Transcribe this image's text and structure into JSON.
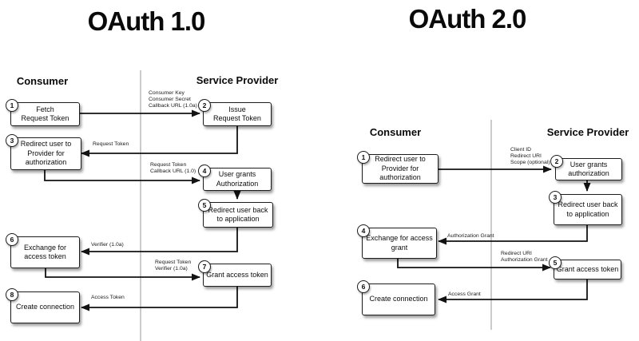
{
  "colors": {
    "ink": "#111111",
    "divider": "#cbcbcb",
    "box_fill": "#ffffff"
  },
  "oauth1": {
    "title": "OAuth 1.0",
    "consumer_header": "Consumer",
    "provider_header": "Service Provider",
    "steps": [
      {
        "num": "1",
        "label": "Fetch\nRequest Token"
      },
      {
        "num": "2",
        "label": "Issue\nRequest Token"
      },
      {
        "num": "3",
        "label": "Redirect user to\nProvider for\nauthorization"
      },
      {
        "num": "4",
        "label": "User grants\nAuthorization"
      },
      {
        "num": "5",
        "label": "Redirect user back\nto application"
      },
      {
        "num": "6",
        "label": "Exchange for\naccess token"
      },
      {
        "num": "7",
        "label": "Grant access token"
      },
      {
        "num": "8",
        "label": "Create connection"
      }
    ],
    "arrows": [
      {
        "label": "Consumer Key\nConsumer Secret\nCallback URL (1.0a)"
      },
      {
        "label": "Request Token"
      },
      {
        "label": "Request Token\nCallback URL (1.0)"
      },
      {
        "label": "Verifier (1.0a)"
      },
      {
        "label": "Request Token\nVerifier (1.0a)"
      },
      {
        "label": "Access Token"
      }
    ]
  },
  "oauth2": {
    "title": "OAuth 2.0",
    "consumer_header": "Consumer",
    "provider_header": "Service Provider",
    "steps": [
      {
        "num": "1",
        "label": "Redirect user to\nProvider for\nauthorization"
      },
      {
        "num": "2",
        "label": "User grants\nauthorization"
      },
      {
        "num": "3",
        "label": "Redirect user back\nto application"
      },
      {
        "num": "4",
        "label": "Exchange for access\ngrant"
      },
      {
        "num": "5",
        "label": "Grant access token"
      },
      {
        "num": "6",
        "label": "Create connection"
      }
    ],
    "arrows": [
      {
        "label": "Client ID\nRedirect URI\nScope (optional)"
      },
      {
        "label": "Authorization Grant"
      },
      {
        "label": "Redirect URI\nAuthorization Grant"
      },
      {
        "label": "Access Grant"
      }
    ]
  }
}
